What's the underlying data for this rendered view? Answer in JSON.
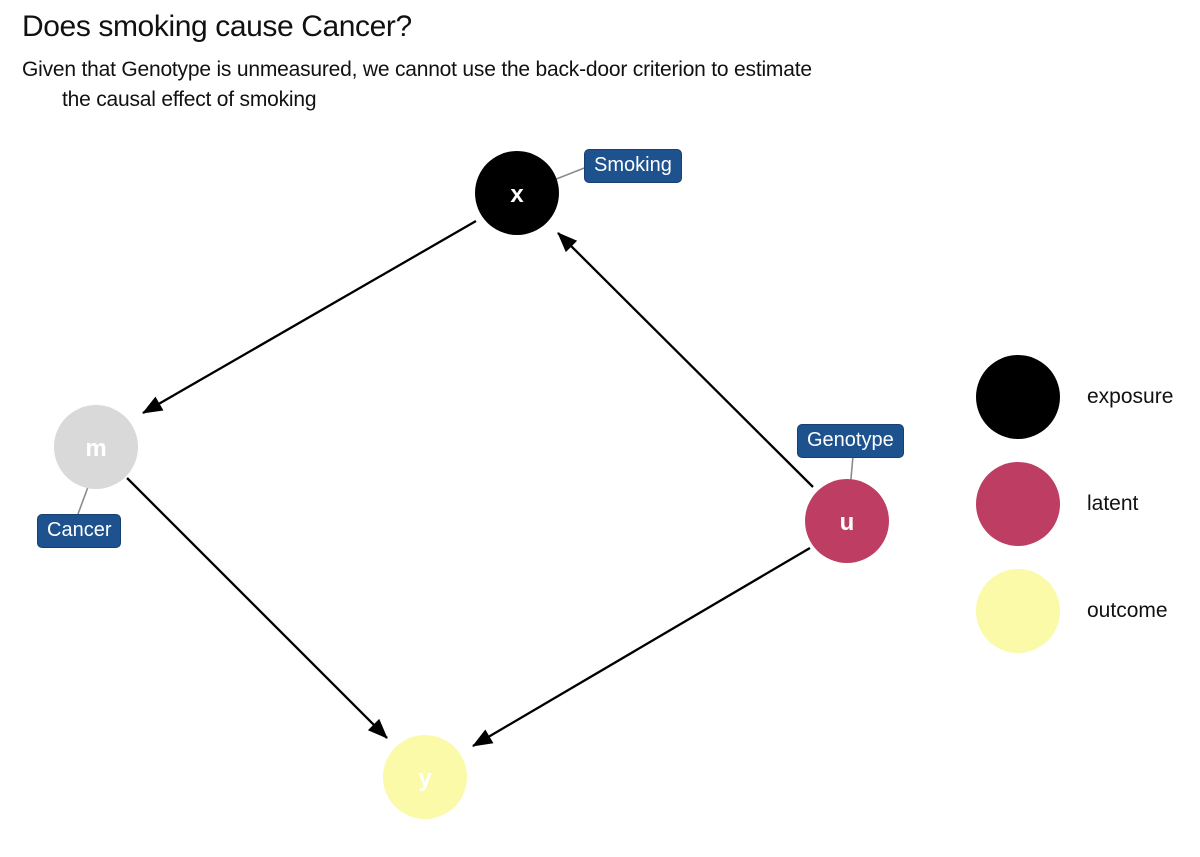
{
  "header": {
    "title": "Does smoking cause Cancer?",
    "subtitle_line1": "Given that Genotype is unmeasured, we cannot use the back-door criterion to estimate",
    "subtitle_line2": "the causal effect of smoking"
  },
  "diagram": {
    "nodes": [
      {
        "id": "x",
        "letter": "x",
        "label": "Smoking",
        "color": "#000000",
        "letter_color": "#ffffff"
      },
      {
        "id": "m",
        "letter": "m",
        "label": "Cancer",
        "color": "#d9d9d9",
        "letter_color": "#ffffff"
      },
      {
        "id": "u",
        "letter": "u",
        "label": "Genotype",
        "color": "#bd3e62",
        "letter_color": "#ffffff"
      },
      {
        "id": "y",
        "letter": "y",
        "label": "",
        "color": "#fafaa8",
        "letter_color": "#ffffff"
      }
    ],
    "edges": [
      {
        "from": "x",
        "to": "m"
      },
      {
        "from": "u",
        "to": "x"
      },
      {
        "from": "m",
        "to": "y"
      },
      {
        "from": "u",
        "to": "y"
      }
    ],
    "edge_color": "#000000",
    "label_box_fill": "#1e528e",
    "label_box_text_color": "#ffffff",
    "leader_line_color": "#8c8c8c"
  },
  "legend": {
    "items": [
      {
        "label": "exposure",
        "swatch_color": "#000000"
      },
      {
        "label": "latent",
        "swatch_color": "#bd3e62"
      },
      {
        "label": "outcome",
        "swatch_color": "#fafaa8"
      }
    ]
  }
}
